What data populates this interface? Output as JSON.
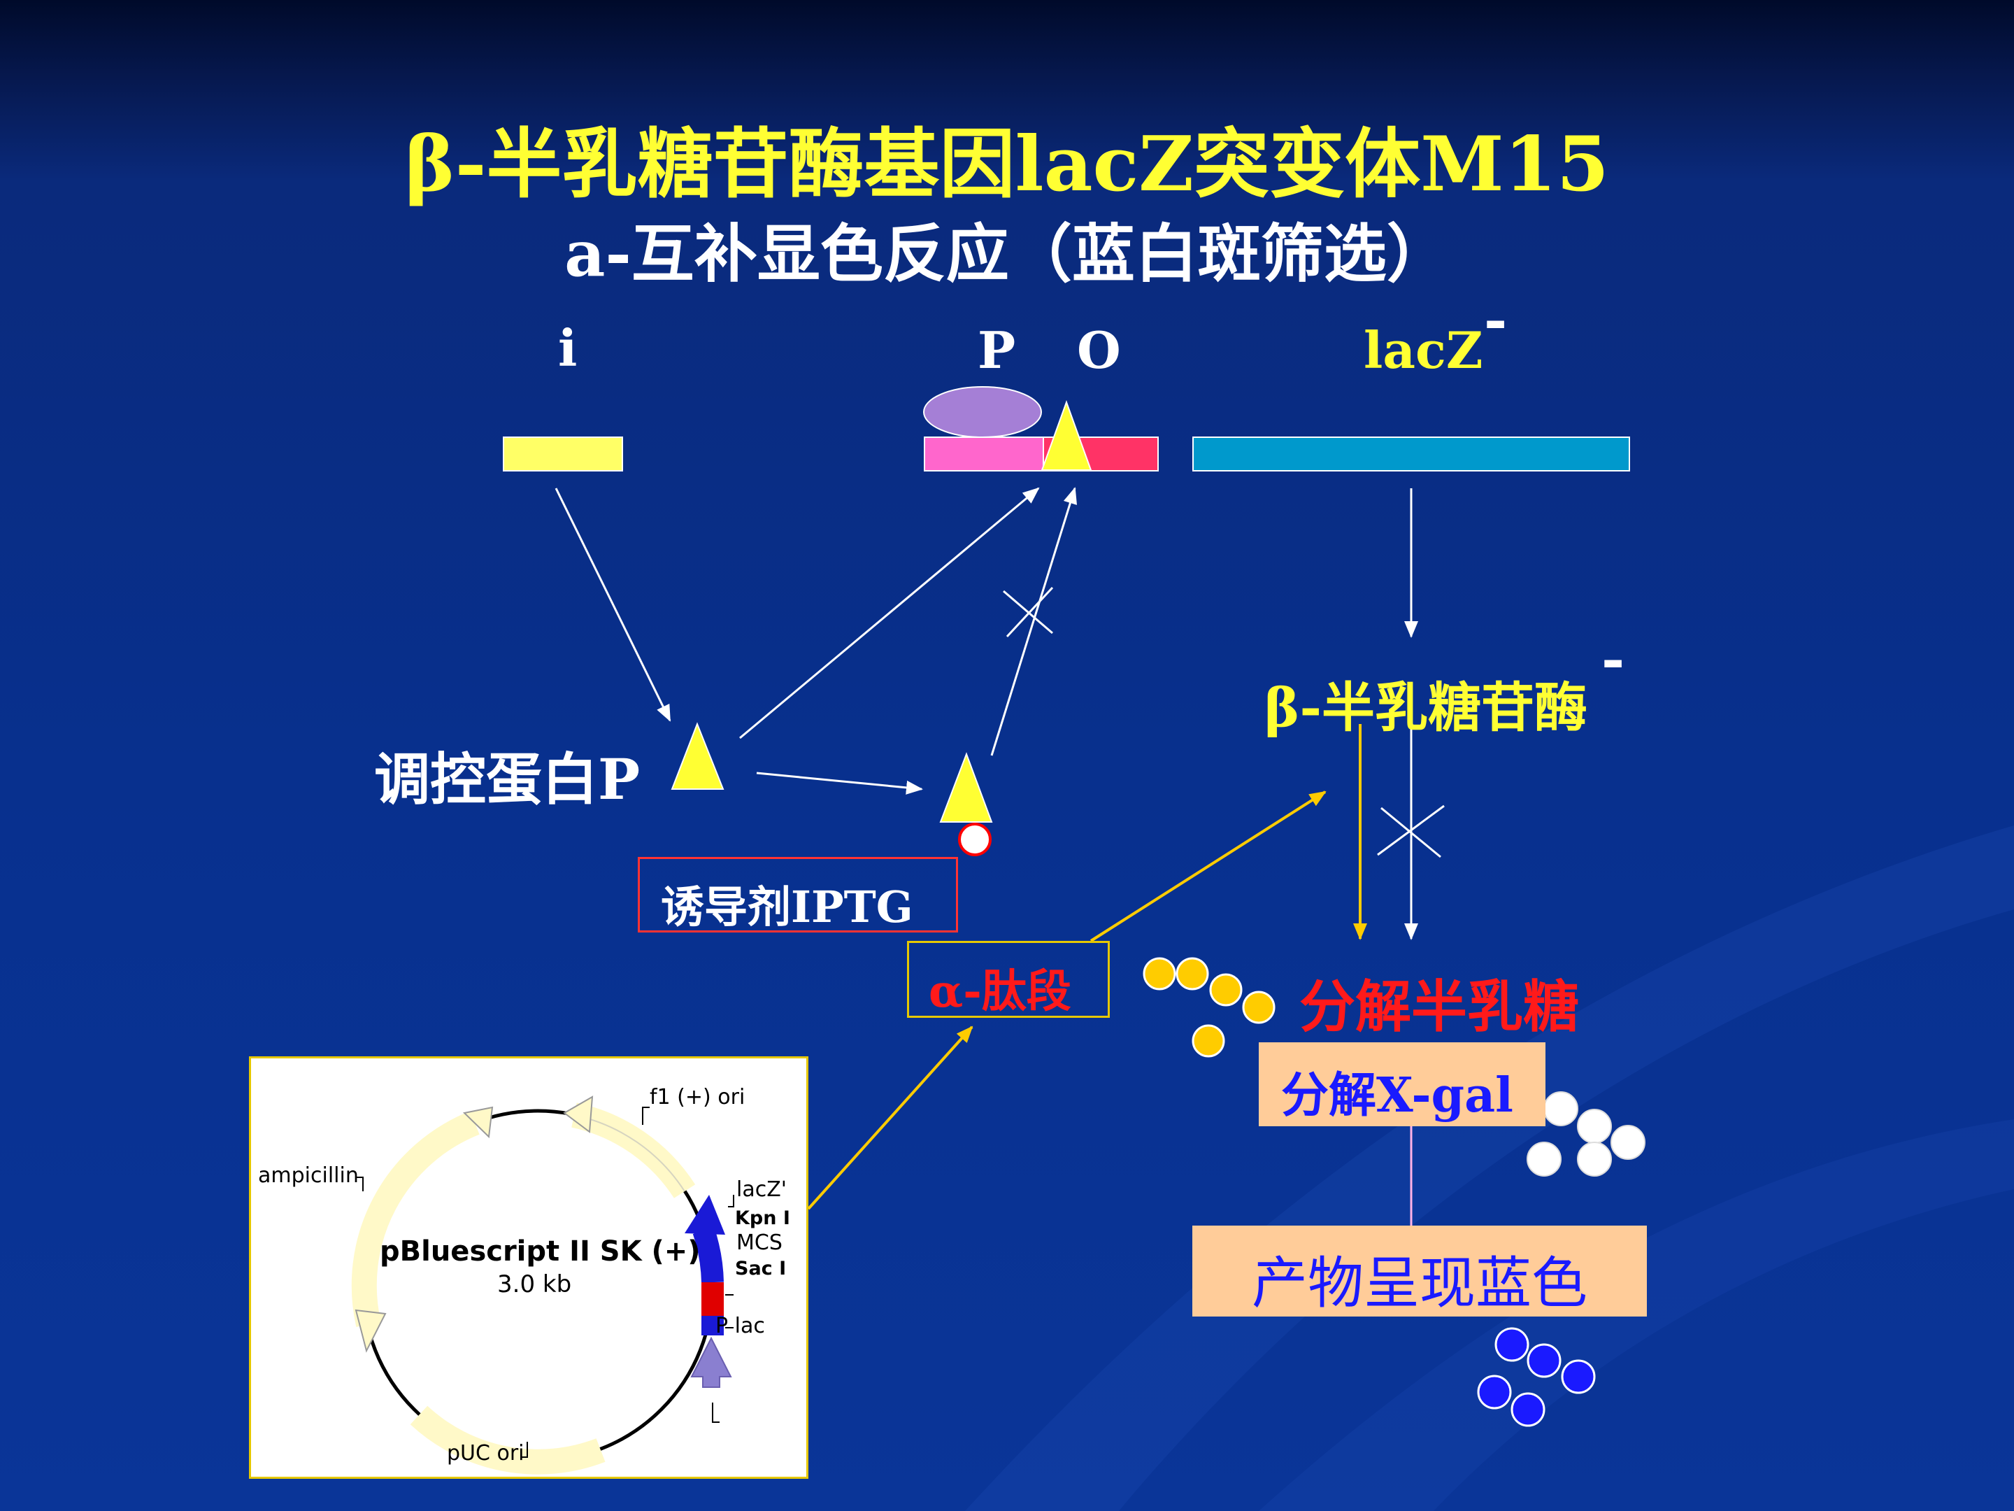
{
  "title": {
    "line1": "β-半乳糖苷酶基因lacZ突变体M15",
    "line2": "a-互补显色反应（蓝白斑筛选）"
  },
  "gene_labels": {
    "i": "i",
    "p": "P",
    "o": "O",
    "lacz": "lacZ",
    "lacz_minus": "-"
  },
  "labels": {
    "regulator": "调控蛋白P",
    "inducer": "诱导剂IPTG",
    "alpha_peptide": "α-肽段",
    "enzyme": "β-半乳糖苷酶",
    "enzyme_minus": "-",
    "decompose_galactose": "分解半乳糖",
    "decompose_xgal": "分解X-gal",
    "product_blue": "产物呈现蓝色"
  },
  "plasmid": {
    "name": "pBluescript II SK (+)",
    "size": "3.0 kb",
    "f1_ori": "f1 (+) ori",
    "ampicillin": "ampicillin",
    "lacz_prime": "lacZ'",
    "kpn": "Kpn I",
    "mcs": "MCS",
    "sac": "Sac I",
    "plac": "P lac",
    "puc_ori": "pUC ori"
  },
  "colors": {
    "title_yellow": "#ffff33",
    "gene_i": "#ffff66",
    "promoter": "#ff66cc",
    "operator": "#ff3366",
    "lacz_bar": "#0099cc",
    "repressor": "#9a7fd8",
    "red_label": "#ff1a1a",
    "box_fill": "#ffcc99",
    "blue_text": "#1a1aff"
  }
}
